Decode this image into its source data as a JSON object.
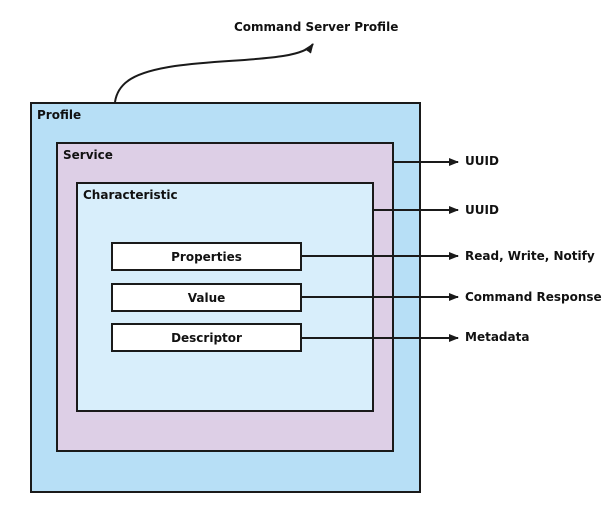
{
  "title": "Command Server Profile",
  "profile": {
    "label": "Profile"
  },
  "service": {
    "label": "Service",
    "output_label": "UUID"
  },
  "characteristic": {
    "label": "Characteristic",
    "output_label": "UUID"
  },
  "attributes": [
    {
      "label": "Properties",
      "output_label": "Read, Write, Notify"
    },
    {
      "label": "Value",
      "output_label": "Command Response"
    },
    {
      "label": "Descriptor",
      "output_label": "Metadata"
    }
  ],
  "colors": {
    "profile_fill": "#b7dff6",
    "service_fill": "#ddcfe6",
    "characteristic_fill": "#d8eefb",
    "attribute_fill": "#ffffff",
    "stroke": "#1a1a1a"
  }
}
